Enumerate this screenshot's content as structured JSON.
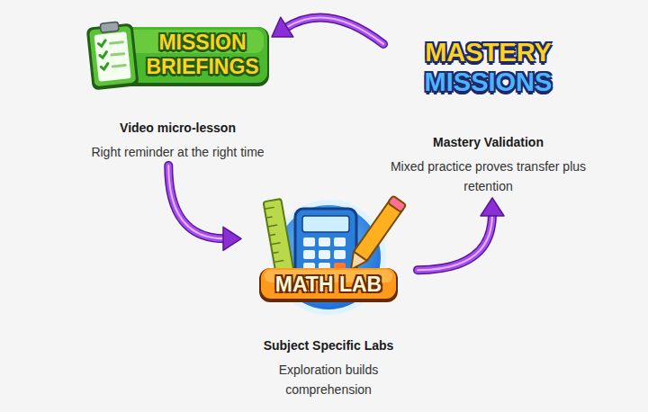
{
  "diagram": {
    "nodes": [
      {
        "text": [
          "MISSION BRIEFINGS",
          "Video micro-lesson",
          "Right reminder at the right time"
        ]
      },
      {
        "text": [
          "MASTERY MISSIONS",
          "Mastery Validation",
          "Mixed practice proves transfer plus retention"
        ]
      },
      {
        "text": [
          "MATH LAB",
          "Subject Specific Labs",
          "Exploration builds comprehension"
        ]
      }
    ],
    "edges": [
      {
        "from": 0,
        "to": 2,
        "arrow": "to"
      },
      {
        "from": 2,
        "to": 1,
        "arrow": "to"
      },
      {
        "from": 1,
        "to": 0,
        "arrow": "to"
      }
    ]
  }
}
